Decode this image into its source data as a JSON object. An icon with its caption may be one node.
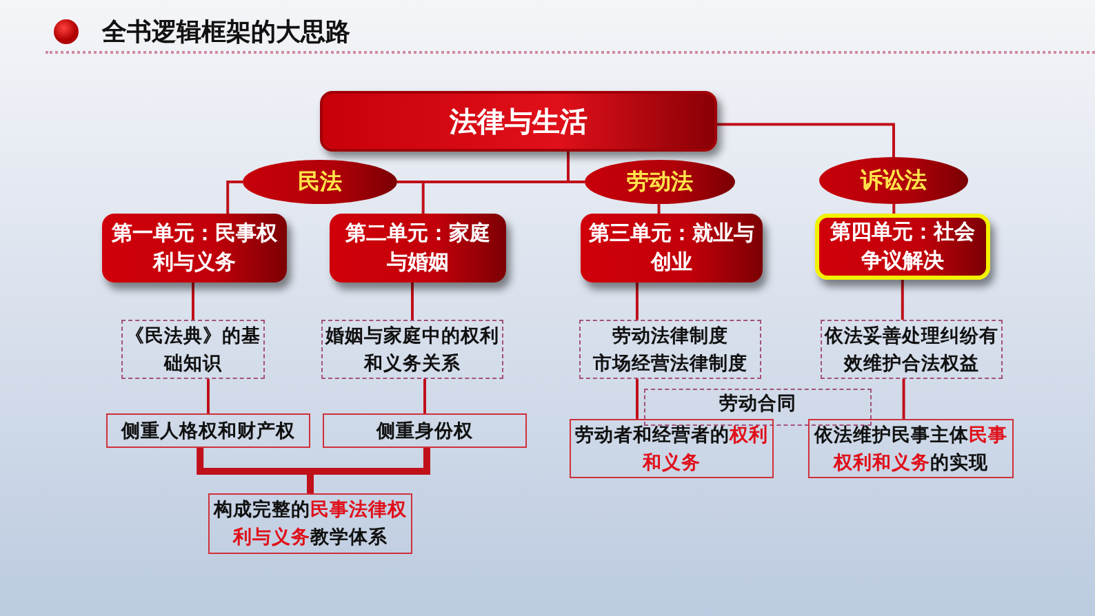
{
  "diagram": {
    "title": "全书逻辑框架的大思路",
    "nodes": [
      {
        "text": [
          "法律与生活"
        ]
      },
      {
        "text": [
          "民法"
        ]
      },
      {
        "text": [
          "劳动法"
        ]
      },
      {
        "text": [
          "诉讼法"
        ]
      },
      {
        "text": [
          "第一单元：民事权利与义务"
        ]
      },
      {
        "text": [
          "第二单元：家庭与婚姻"
        ]
      },
      {
        "text": [
          "第三单元：就业与创业"
        ]
      },
      {
        "text": [
          "第四单元：社会争议解决"
        ]
      },
      {
        "text": [
          "《民法典》的基础知识"
        ]
      },
      {
        "text": [
          "婚姻与家庭中的权利和义务关系"
        ]
      },
      {
        "text": [
          "劳动法律制度",
          "市场经营法律制度"
        ]
      },
      {
        "text": [
          "依法妥善处理纠纷有效维护合法权益"
        ]
      },
      {
        "text": [
          "劳动合同"
        ]
      },
      {
        "text": [
          "侧重人格权和财产权"
        ]
      },
      {
        "text": [
          "侧重身份权"
        ]
      },
      {
        "text": [
          "劳动者和经营者的**权利和义务**"
        ]
      },
      {
        "text": [
          "依法维护民事主体**民事权利和义务**的实现"
        ]
      },
      {
        "text": [
          "构成完整的**民事法律权利与义务**教学体系"
        ]
      }
    ],
    "edges": [
      {
        "from": 0,
        "to": 1,
        "arrow": "none"
      },
      {
        "from": 0,
        "to": 2,
        "arrow": "none"
      },
      {
        "from": 0,
        "to": 3,
        "arrow": "none"
      },
      {
        "from": 1,
        "to": 4,
        "arrow": "none"
      },
      {
        "from": 1,
        "to": 5,
        "arrow": "none"
      },
      {
        "from": 2,
        "to": 6,
        "arrow": "none"
      },
      {
        "from": 3,
        "to": 7,
        "arrow": "none"
      },
      {
        "from": 4,
        "to": 8,
        "arrow": "none"
      },
      {
        "from": 5,
        "to": 9,
        "arrow": "none"
      },
      {
        "from": 6,
        "to": 10,
        "arrow": "none"
      },
      {
        "from": 7,
        "to": 11,
        "arrow": "none"
      },
      {
        "from": 8,
        "to": 13,
        "arrow": "none"
      },
      {
        "from": 9,
        "to": 14,
        "arrow": "none"
      },
      {
        "from": 10,
        "to": 15,
        "arrow": "none"
      },
      {
        "from": 11,
        "to": 16,
        "arrow": "none"
      },
      {
        "from": 13,
        "to": 17,
        "arrow": "none",
        "style": "thick"
      },
      {
        "from": 14,
        "to": 17,
        "arrow": "none",
        "style": "thick"
      }
    ]
  }
}
